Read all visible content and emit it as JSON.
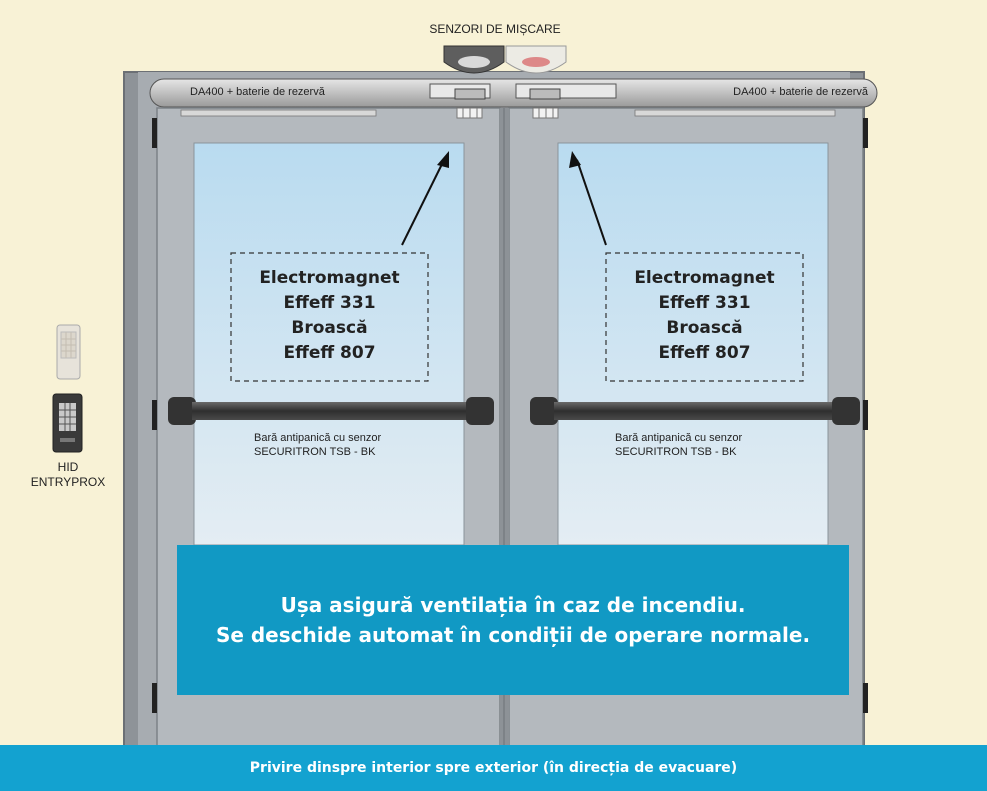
{
  "sensors": {
    "label": "SENZORI DE MIȘCARE"
  },
  "operators": {
    "left_label": "DA400 + baterie de rezervă",
    "right_label": "DA400 + baterie de rezervă"
  },
  "left_door": {
    "callout_lines": [
      "Electromagnet",
      "Effeff 331",
      "Broască",
      "Effeff 807"
    ],
    "bar_label_line1": "Bară antipanică cu senzor",
    "bar_label_line2": "SECURITRON TSB - BK"
  },
  "right_door": {
    "callout_lines": [
      "Electromagnet",
      "Effeff 331",
      "Broască",
      "Effeff 807"
    ],
    "bar_label_line1": "Bară antipanică cu senzor",
    "bar_label_line2": "SECURITRON TSB - BK"
  },
  "reader": {
    "label_line1": "HID",
    "label_line2": "ENTRYPROX"
  },
  "banner": {
    "line1": "Ușa asigură ventilația în caz de incendiu.",
    "line2": "Se deschide automat în condiții de operare normale."
  },
  "footer": {
    "text": "Privire dinspre interior spre exterior (în direcția de evacuare)"
  },
  "colors": {
    "background": "#f8f2d6",
    "banner": "#1199c4",
    "footer": "#13a2d0",
    "door": "#b3b8bd",
    "glass": "#bcdcef"
  }
}
